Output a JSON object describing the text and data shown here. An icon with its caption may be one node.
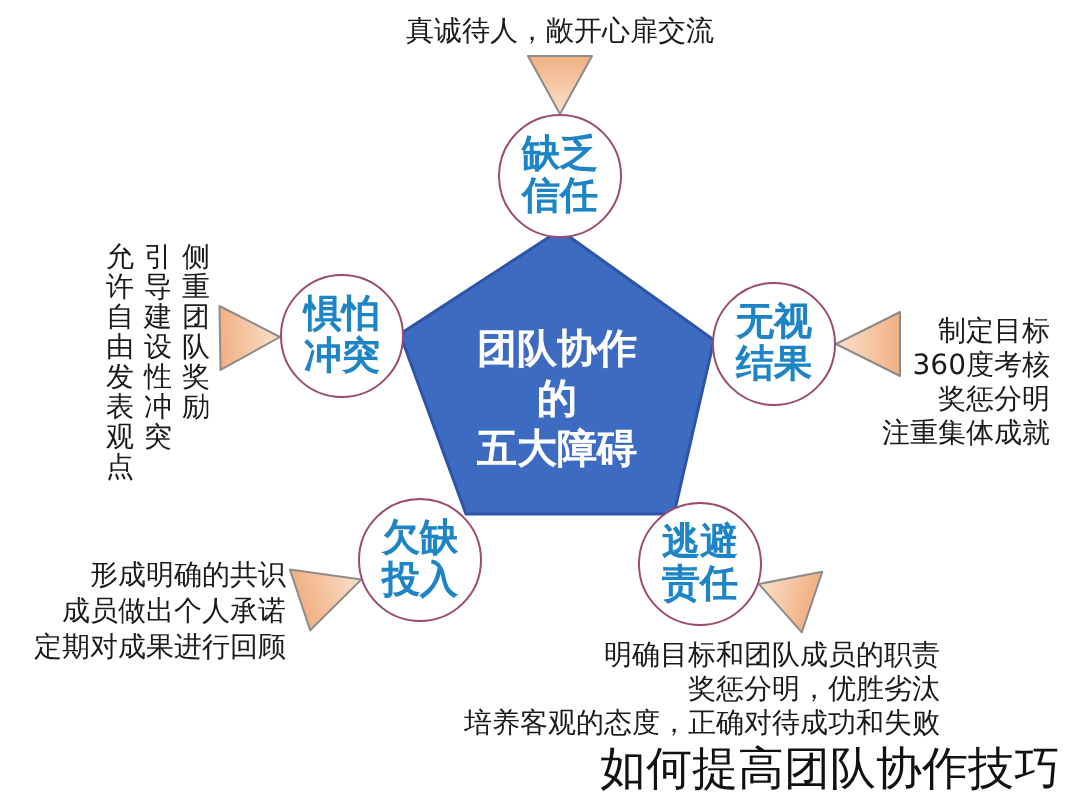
{
  "diagram": {
    "nodes": [
      {
        "text": [
          "真诚待人，敞开心扉交流"
        ]
      },
      {
        "text": [
          "缺乏信任"
        ]
      },
      {
        "text": [
          "允许自由发表观点",
          "引导建设性冲突",
          "侧重团队奖励"
        ]
      },
      {
        "text": [
          "惧怕冲突"
        ]
      },
      {
        "text": [
          "团队协作的五大障碍"
        ]
      },
      {
        "text": [
          "无视结果"
        ]
      },
      {
        "text": [
          "制定目标",
          "360度考核",
          "奖惩分明",
          "注重集体成就"
        ]
      },
      {
        "text": [
          "欠缺投入"
        ]
      },
      {
        "text": [
          "形成明确的共识",
          "成员做出个人承诺",
          "定期对成果进行回顾"
        ]
      },
      {
        "text": [
          "逃避责任"
        ]
      },
      {
        "text": [
          "明确目标和团队成员的职责",
          "奖惩分明，优胜劣汰",
          "培养客观的态度，正确对待成功和失败"
        ]
      }
    ],
    "edges": [
      {
        "from": 0,
        "to": 1,
        "arrow": "to"
      },
      {
        "from": 2,
        "to": 3,
        "arrow": "to"
      },
      {
        "from": 6,
        "to": 5,
        "arrow": "to"
      },
      {
        "from": 8,
        "to": 7,
        "arrow": "to"
      },
      {
        "from": 10,
        "to": 9,
        "arrow": "to"
      }
    ],
    "caption": "如何提高团队协作技巧"
  }
}
